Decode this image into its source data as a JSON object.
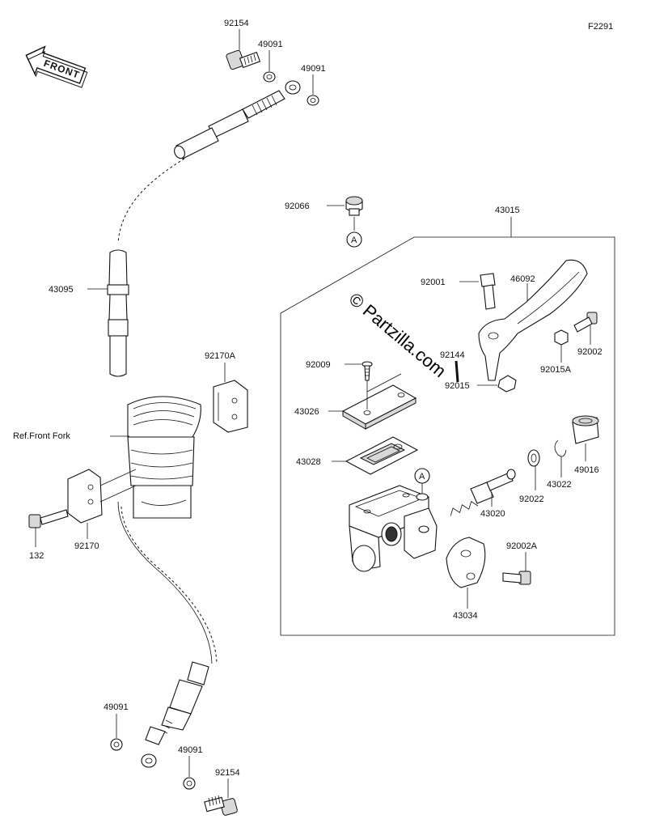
{
  "figure_code": "F2291",
  "front_arrow_text": "FRONT",
  "watermark": "© Partzilla.com",
  "reference_marker": "A",
  "reference_note": "Ref.Front Fork",
  "labels": {
    "p92154_top": "92154",
    "p49091_a": "49091",
    "p49091_b": "49091",
    "p43095": "43095",
    "p92170A": "92170A",
    "p132": "132",
    "p92170": "92170",
    "p49091_c": "49091",
    "p49091_d": "49091",
    "p92154_bottom": "92154",
    "p92066": "92066",
    "p43015": "43015",
    "p92001": "92001",
    "p46092": "46092",
    "p92144": "92144",
    "p92002": "92002",
    "p92009": "92009",
    "p92015": "92015",
    "p92015A": "92015A",
    "p43026": "43026",
    "p43028": "43028",
    "p49016": "49016",
    "p43022": "43022",
    "p92022": "92022",
    "p43020": "43020",
    "p92002A": "92002A",
    "p43034": "43034"
  }
}
